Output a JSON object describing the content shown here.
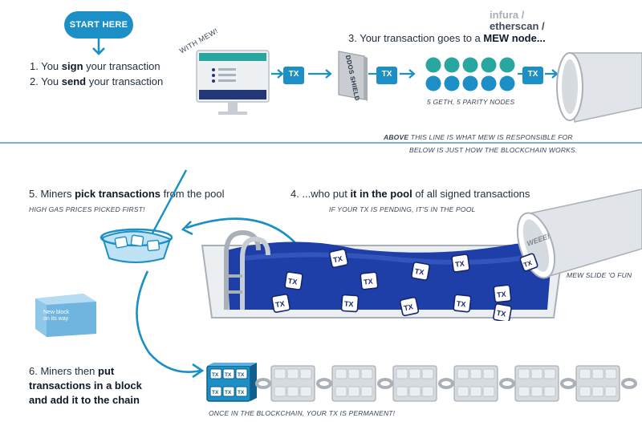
{
  "start_label": "START HERE",
  "with_mew_label": "WITH MEW!",
  "step1_prefix": "1. You ",
  "step1_bold": "sign",
  "step1_suffix": " your transaction",
  "step2_prefix": "2. You ",
  "step2_bold": "send",
  "step2_suffix": " your transaction",
  "step3_prefix": "3. Your transaction goes to a ",
  "step3_bold": "MEW node...",
  "tx_label": "TX",
  "ddos_label": "DDOS SHIELD",
  "providers": [
    "infura /",
    "etherscan /"
  ],
  "nodes_note": "5 GETH, 5 PARITY NODES",
  "divider_above_bold": "ABOVE",
  "divider_above_rest": " THIS LINE IS WHAT MEW IS RESPONSIBLE FOR",
  "divider_below": "BELOW IS JUST HOW THE BLOCKCHAIN WORKS.",
  "step4_prefix": "4. ...who put ",
  "step4_bold": "it in the pool",
  "step4_suffix": " of all signed transactions",
  "step4_note": "IF YOUR TX IS PENDING, IT'S IN THE POOL",
  "step5_prefix": "5. Miners ",
  "step5_bold": "pick transactions",
  "step5_suffix": " from the pool",
  "step5_note": "HIGH GAS PRICES PICKED FIRST!",
  "slide_label": "WEEE!",
  "slide_note": "MEW SLIDE 'O FUN",
  "new_block_label": "New block on its way",
  "step6_line1_prefix": "6. Miners then ",
  "step6_line1_bold": "put",
  "step6_line2": "transactions in a block",
  "step6_line3": "and add it to the chain",
  "chain_note": "ONCE IN THE BLOCKCHAIN, YOUR TX IS PERMANENT!",
  "colors": {
    "accent": "#1b8fc6",
    "teal": "#2aa6a0",
    "navy": "#1a2a6c",
    "pool": "#1f3fa8"
  }
}
